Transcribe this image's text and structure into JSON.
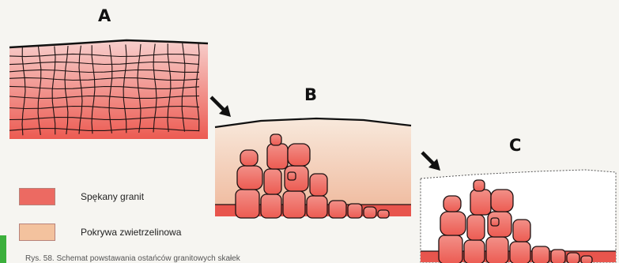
{
  "panels": {
    "a": {
      "label": "A"
    },
    "b": {
      "label": "B"
    },
    "c": {
      "label": "C"
    }
  },
  "legend": [
    {
      "label": "Spękany granit",
      "color": "#ec6a62"
    },
    {
      "label": "Pokrywa zwietrzelinowa",
      "color": "#f3c29e"
    }
  ],
  "caption": "Rys. 58. Schemat powstawania ostańców granitowych skałek",
  "colors": {
    "granite_top": "#f7cfcc",
    "granite_bottom": "#ec5b52",
    "regolith_top": "#f8e9dc",
    "regolith_bottom": "#efb79a",
    "page_background": "#f6f5f1",
    "accent_bar": "#3cb03c"
  }
}
